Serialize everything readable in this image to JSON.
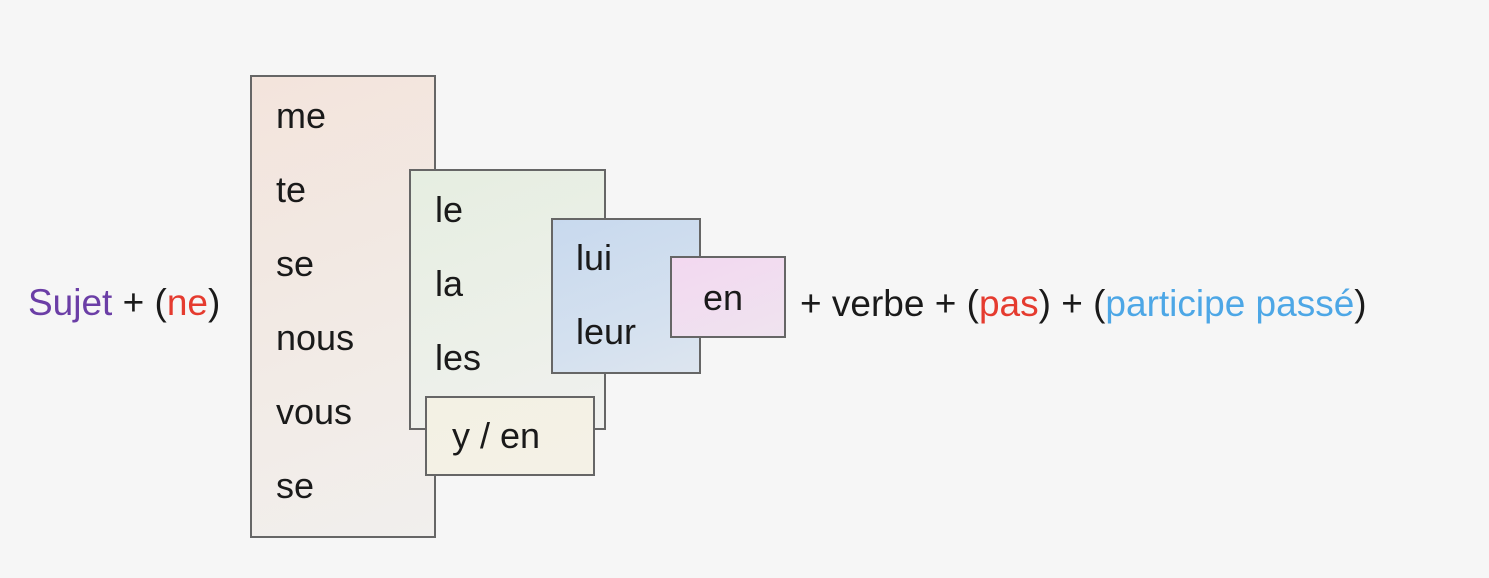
{
  "diagram": {
    "left": {
      "subject": "Sujet",
      "plus": "+",
      "open_paren": "(",
      "ne": "ne",
      "close_paren": ")"
    },
    "pronoun_columns": [
      {
        "items": [
          "me",
          "te",
          "se",
          "nous",
          "vous",
          "se"
        ]
      },
      {
        "items": [
          "le",
          "la",
          "les"
        ]
      },
      {
        "items": [
          "lui",
          "leur"
        ]
      }
    ],
    "en_box": "en",
    "y_en_box": "y / en",
    "right": {
      "plus_verbe": "+ verbe + ",
      "open_paren_1": "(",
      "pas": "pas",
      "close_paren_plus": ") + ",
      "open_paren_2": "(",
      "participe_passe": "participe passé",
      "close_paren_2": ")"
    },
    "colors": {
      "subject": "#6b3ea6",
      "negation": "#e53b2f",
      "participle": "#4da7e6"
    }
  }
}
